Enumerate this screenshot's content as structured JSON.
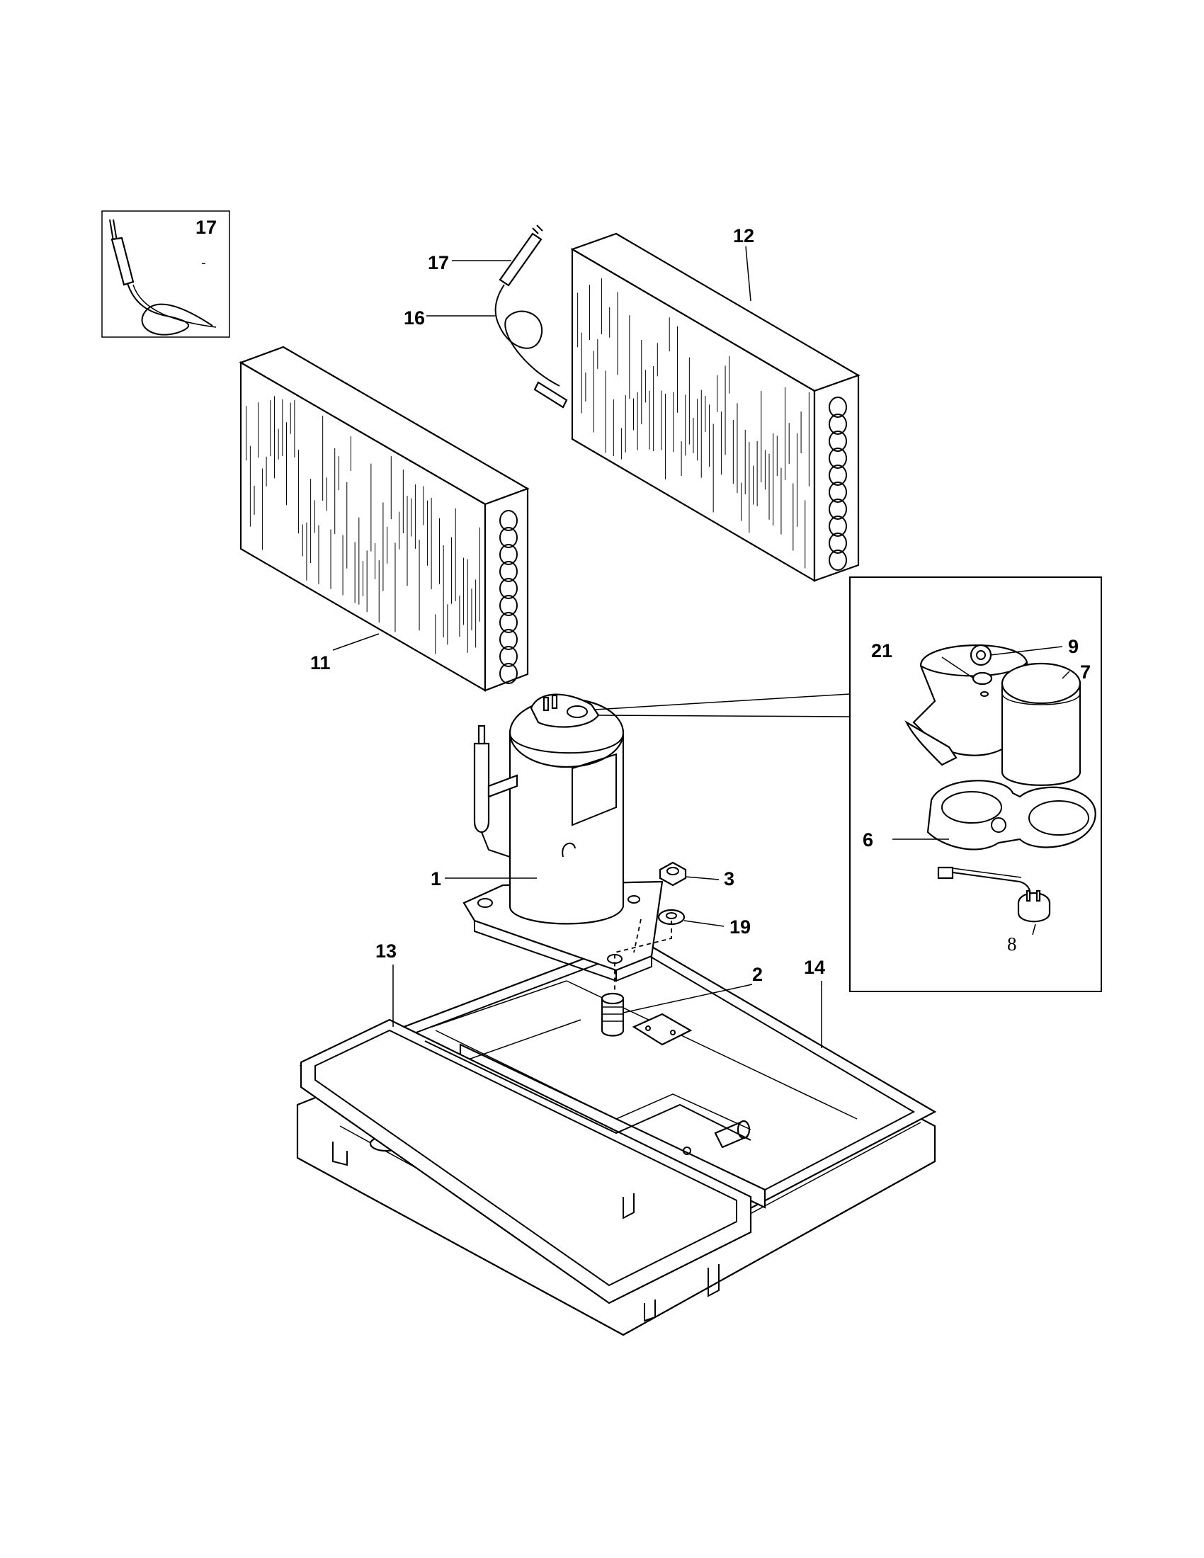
{
  "callouts": {
    "c1": "1",
    "c2": "2",
    "c3": "3",
    "c6": "6",
    "c7": "7",
    "c8": "8",
    "c9": "9",
    "c11": "11",
    "c12": "12",
    "c13": "13",
    "c14": "14",
    "c16": "16",
    "c17_inset": "17",
    "c17_main": "17",
    "c19": "19",
    "c21": "21"
  }
}
